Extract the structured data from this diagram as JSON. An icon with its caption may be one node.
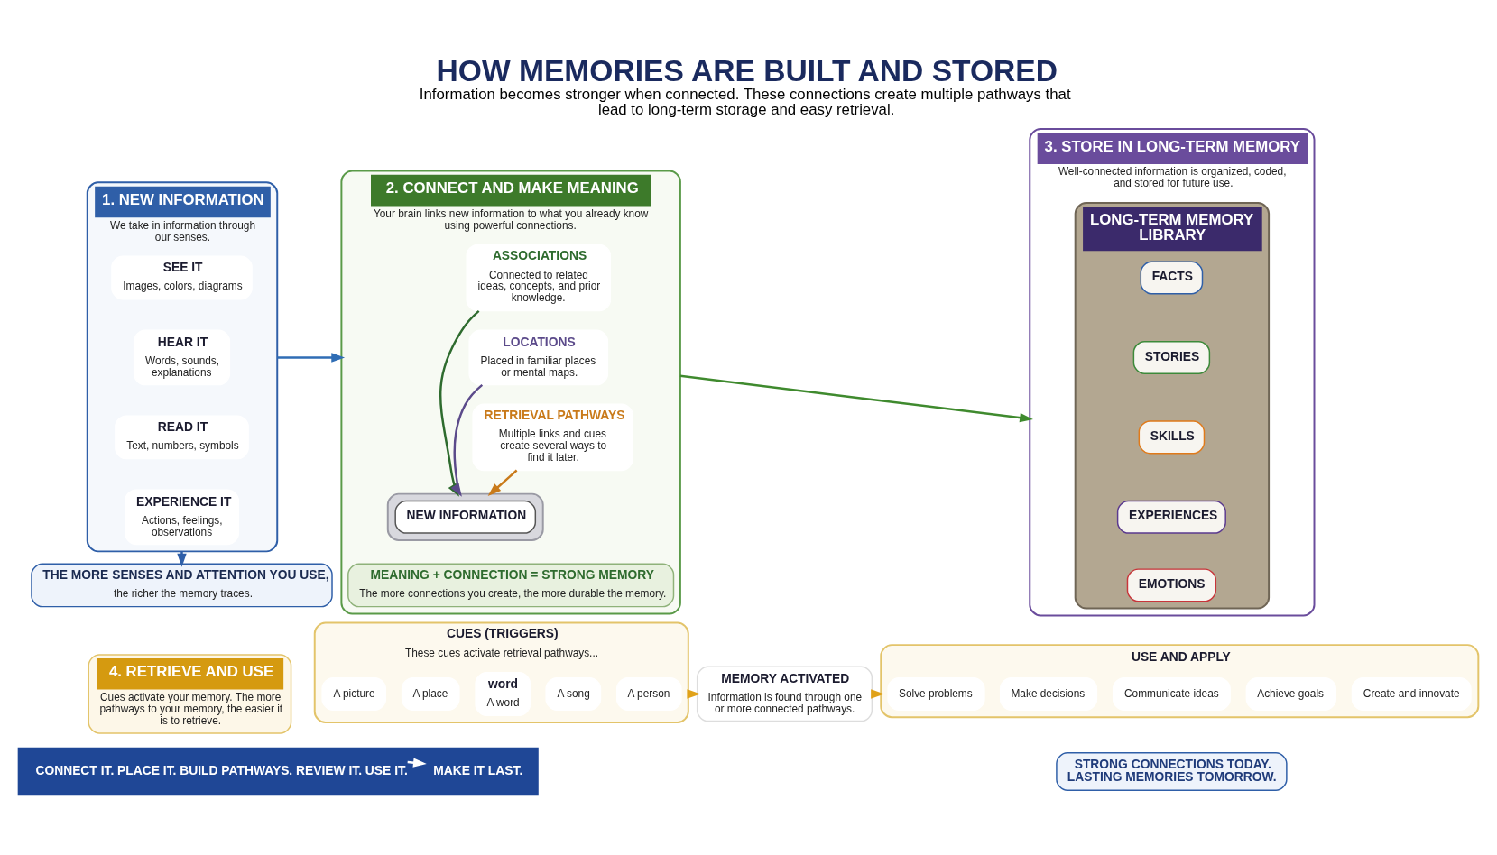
{
  "diagram": {
    "title": "HOW MEMORIES ARE BUILT AND STORED",
    "caption": "Information becomes stronger when connected. These connections create multiple pathways that lead to long-term storage and easy retrieval.",
    "nodes": [
      {
        "text": [
          "1. NEW INFORMATION",
          "We take in information through our senses."
        ]
      },
      {
        "text": [
          "SEE IT",
          "Images, colors, diagrams"
        ],
        "in": 0
      },
      {
        "text": [
          "HEAR IT",
          "Words, sounds, explanations"
        ],
        "in": 0
      },
      {
        "text": [
          "READ IT",
          "Text, numbers, symbols"
        ],
        "in": 0
      },
      {
        "text": [
          "EXPERIENCE IT",
          "Actions, feelings, observations"
        ],
        "in": 0
      },
      {
        "text": [
          "THE MORE SENSES AND ATTENTION YOU USE,",
          "the richer the memory traces."
        ]
      },
      {
        "text": [
          "2. CONNECT AND MAKE MEANING",
          "Your brain links new information to what you already know using powerful connections."
        ]
      },
      {
        "text": [
          "ASSOCIATIONS",
          "Connected to related ideas, concepts, and prior knowledge."
        ],
        "in": 6
      },
      {
        "text": [
          "LOCATIONS",
          "Placed in familiar places or mental maps."
        ],
        "in": 6
      },
      {
        "text": [
          "RETRIEVAL PATHWAYS",
          "Multiple links and cues create several ways to find it later."
        ],
        "in": 6
      },
      {
        "text": [],
        "shape": "picture",
        "in": 6
      },
      {
        "text": [
          "NEW INFORMATION"
        ],
        "in": 10
      },
      {
        "text": [
          "MEANING + CONNECTION = STRONG MEMORY",
          "The more connections you create, the more durable the memory."
        ],
        "in": 6
      },
      {
        "text": [
          "3. STORE IN LONG-TERM MEMORY",
          "Well-connected information is organized, coded, and stored for future use."
        ]
      },
      {
        "text": [
          "LONG-TERM MEMORY LIBRARY"
        ],
        "in": 13
      },
      {
        "text": [
          "FACTS"
        ],
        "in": 14
      },
      {
        "text": [
          "STORIES"
        ],
        "in": 14
      },
      {
        "text": [
          "SKILLS"
        ],
        "in": 14
      },
      {
        "text": [
          "EXPERIENCES"
        ],
        "in": 14
      },
      {
        "text": [
          "EMOTIONS"
        ],
        "in": 14
      },
      {
        "text": [
          "4. RETRIEVE AND USE",
          "Cues activate your memory. The more pathways to your memory, the easier it is to retrieve."
        ]
      },
      {
        "text": [
          "CUES (TRIGGERS)",
          "These cues activate retrieval pathways..."
        ]
      },
      {
        "text": [
          "A picture"
        ],
        "in": 21
      },
      {
        "text": [
          "A place"
        ],
        "in": 21
      },
      {
        "text": [
          "word",
          "A word"
        ],
        "in": 21
      },
      {
        "text": [
          "A song"
        ],
        "in": 21
      },
      {
        "text": [
          "A person"
        ],
        "in": 21
      },
      {
        "text": [
          "MEMORY ACTIVATED",
          "Information is found through one or more connected pathways."
        ]
      },
      {
        "text": [
          "USE AND APPLY"
        ]
      },
      {
        "text": [
          "Solve problems"
        ],
        "in": 28
      },
      {
        "text": [
          "Make decisions"
        ],
        "in": 28
      },
      {
        "text": [
          "Communicate ideas"
        ],
        "in": 28
      },
      {
        "text": [
          "Achieve goals"
        ],
        "in": 28
      },
      {
        "text": [
          "Create and innovate"
        ],
        "in": 28
      },
      {
        "text": [],
        "shape": "bar"
      },
      {
        "text": [
          "CONNECT IT. PLACE IT. BUILD PATHWAYS. REVIEW IT. USE IT."
        ],
        "in": 34
      },
      {
        "text": [
          "MAKE IT LAST."
        ],
        "in": 34
      },
      {
        "text": [
          "STRONG CONNECTIONS TODAY. LASTING MEMORIES TOMORROW."
        ]
      }
    ],
    "edges": [
      {
        "from": 0,
        "to": 5,
        "arrow": "to",
        "color": "#2f5fa8"
      },
      {
        "from": 0,
        "to": 6,
        "arrow": "to",
        "color": "#2f6db5"
      },
      {
        "from": 7,
        "to": 10,
        "arrow": "to",
        "color": "#2e6b2e"
      },
      {
        "from": 8,
        "to": 10,
        "arrow": "to",
        "color": "#5b4a8a"
      },
      {
        "from": 9,
        "to": 10,
        "arrow": "to",
        "color": "#c97a1a"
      },
      {
        "from": 6,
        "to": 13,
        "arrow": "to",
        "color": "#3f8a2e"
      },
      {
        "from": 21,
        "to": 27,
        "arrow": "to",
        "color": "#e0a21a"
      },
      {
        "from": 27,
        "to": 28,
        "arrow": "to",
        "color": "#e0a21a"
      },
      {
        "from": 35,
        "to": 36,
        "arrow": "to",
        "color": "#ffffff"
      }
    ]
  }
}
